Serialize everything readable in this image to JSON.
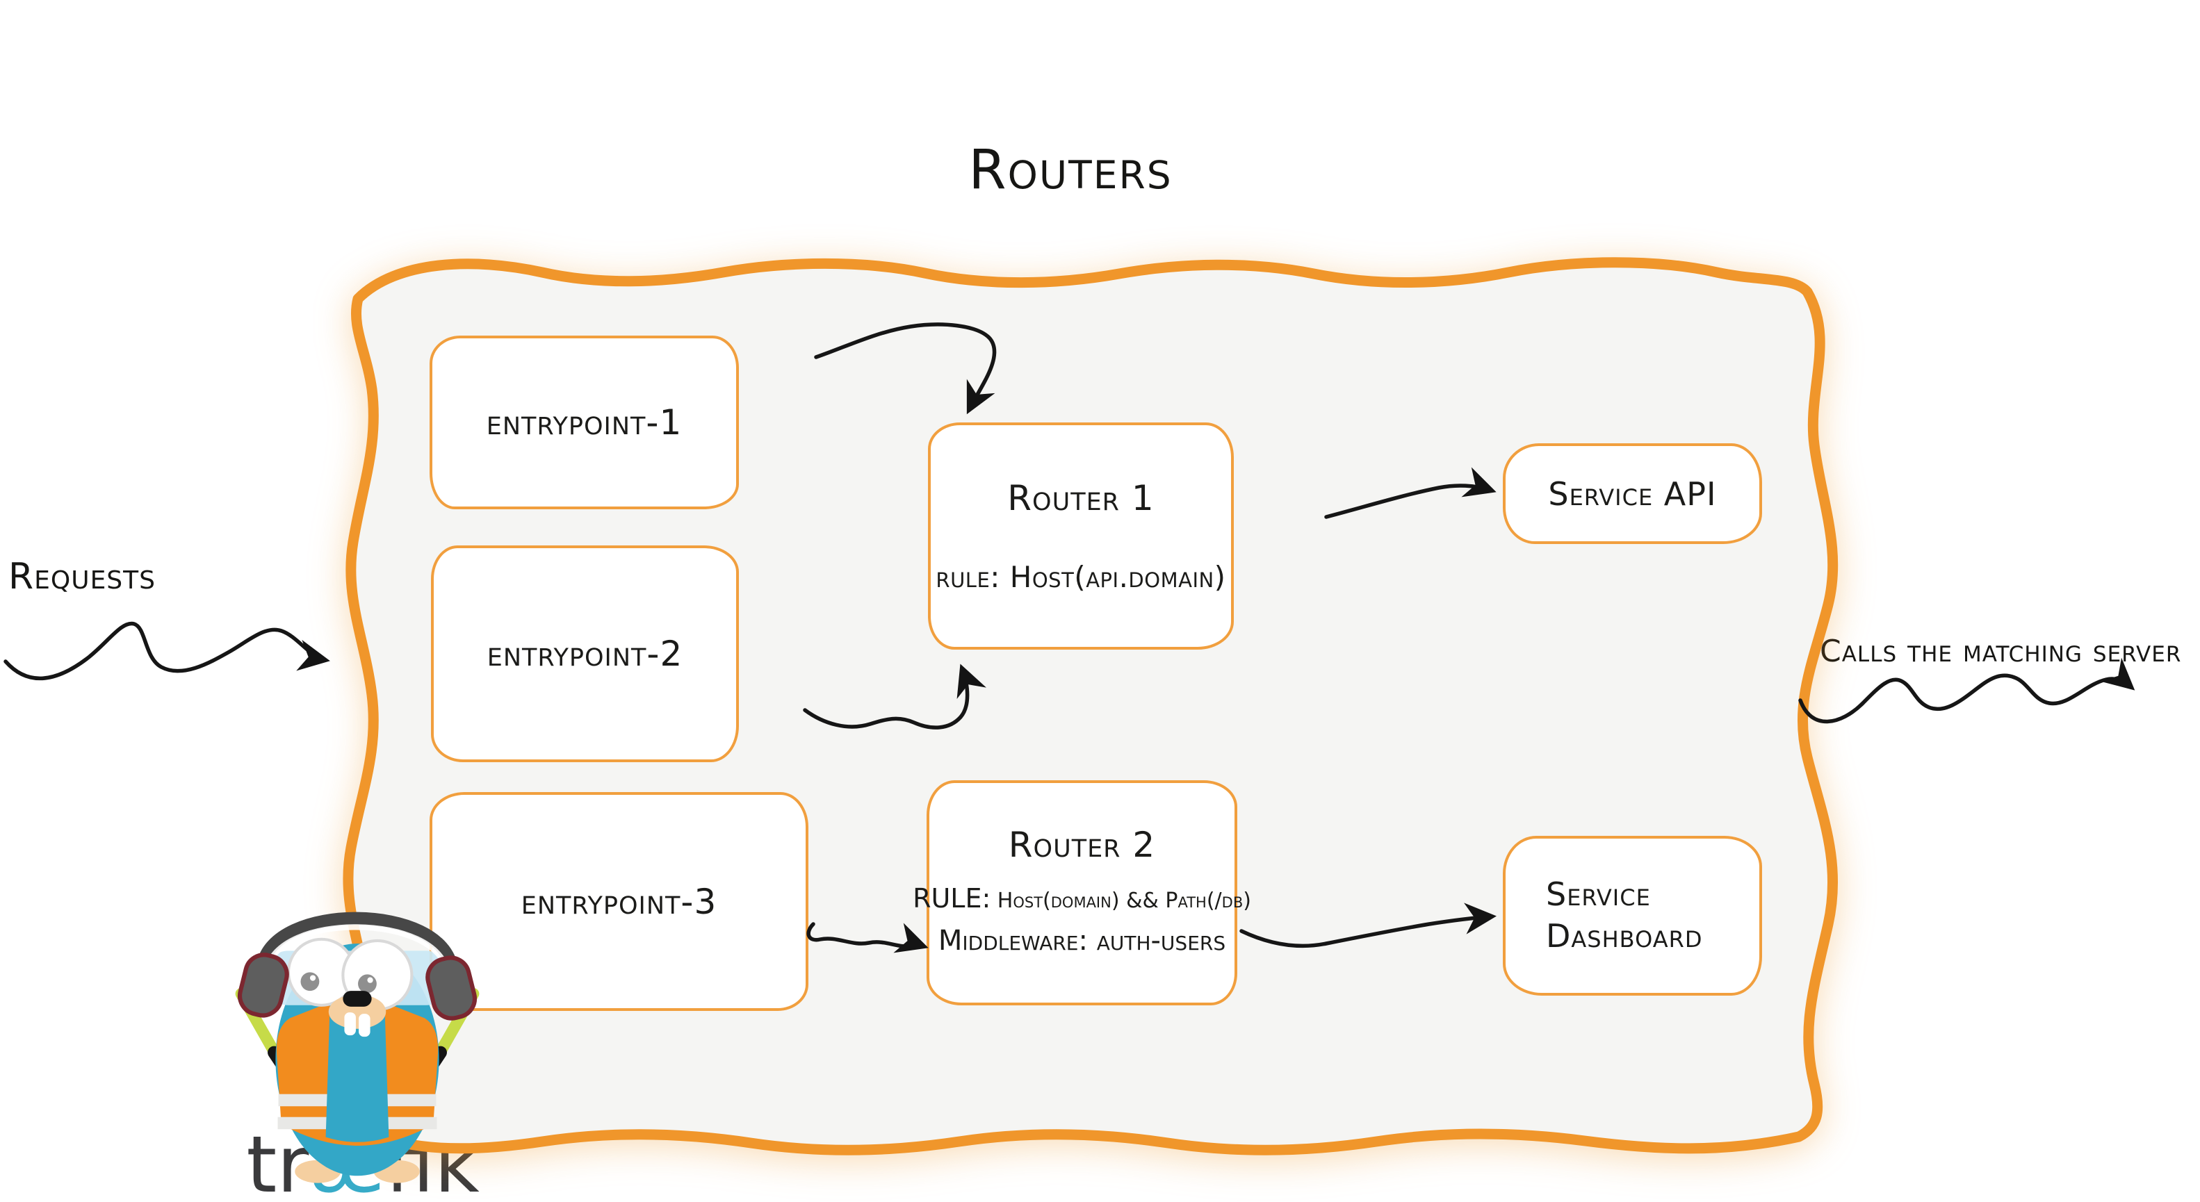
{
  "page": {
    "title": "Routers"
  },
  "labels": {
    "requests": "Requests",
    "calls": "Calls the matching server"
  },
  "entrypoints": [
    {
      "label": "entrypoint-1"
    },
    {
      "label": "entrypoint-2"
    },
    {
      "label": "entrypoint-3"
    }
  ],
  "routers": [
    {
      "title": "Router 1",
      "rule": "rule: Host(api.domain)"
    },
    {
      "title": "Router 2",
      "rule_label": "RULE:",
      "rule_value": " Host(domain) && Path(/db)",
      "middleware": "Middleware: auth-users"
    }
  ],
  "services": [
    {
      "label": "Service API"
    },
    {
      "label_line1": "Service",
      "label_line2": "Dashboard"
    }
  ],
  "logo": {
    "part1": "tr",
    "part2": "æ",
    "part3": "fik"
  },
  "colors": {
    "accent_orange": "#f0962b",
    "box_border_orange": "#f19f3e",
    "container_fill": "#f5f5f3",
    "ink": "#1b1b19",
    "traefik_blue": "#37abc8",
    "logo_gray": "#3a3a3c",
    "baton_lime": "#c6db48"
  }
}
